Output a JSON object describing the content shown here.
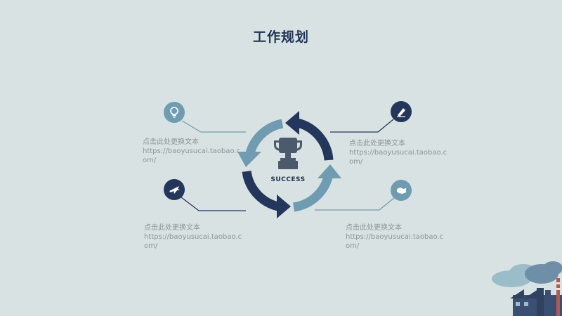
{
  "slide": {
    "title": "工作规划",
    "center_label": "SUCCESS"
  },
  "notes": [
    {
      "line1": "点击此处更换文本",
      "line2": "https://baoyusucai.taobao.c",
      "line3": "om/"
    },
    {
      "line1": "点击此处更换文本",
      "line2": "https://baoyusucai.taobao.c",
      "line3": "om/"
    },
    {
      "line1": "点击此处更换文本",
      "line2": "https://baoyusucai.taobao.c",
      "line3": "om/"
    },
    {
      "line1": "点击此处更换文本",
      "line2": "https://baoyusucai.taobao.c",
      "line3": "om/"
    }
  ],
  "icons": [
    "lightbulb-icon",
    "pen-icon",
    "airplane-icon",
    "handshake-icon",
    "trophy-icon"
  ],
  "colors": {
    "background": "#d8e2e2",
    "dark": "#23365b",
    "light": "#6f9cb0",
    "text": "#8d9597"
  }
}
